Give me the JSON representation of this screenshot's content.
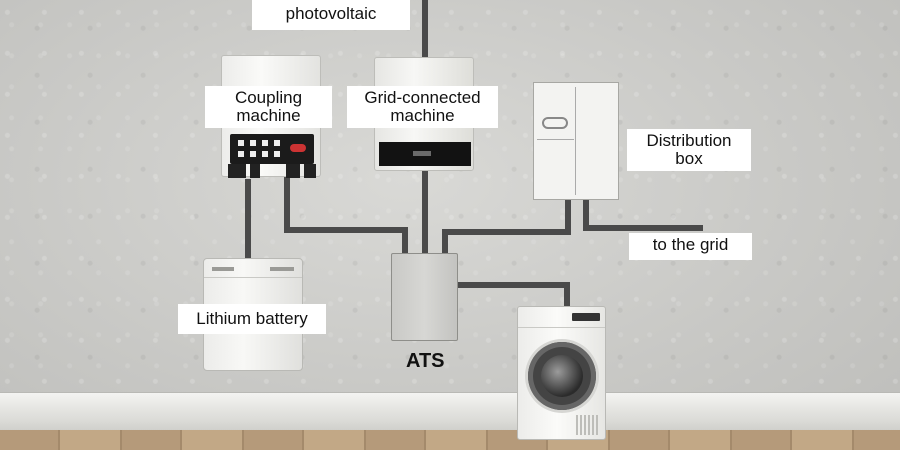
{
  "labels": {
    "photovoltaic": "photovoltaic",
    "coupling_machine": "Coupling\nmachine",
    "grid_connected_machine": "Grid-connected\nmachine",
    "distribution_box": "Distribution\nbox",
    "to_the_grid": "to the grid",
    "lithium_battery": "Lithium battery",
    "ats": "ATS"
  },
  "colors": {
    "wire": "#4a4a4a",
    "label_bg": "#ffffff"
  }
}
